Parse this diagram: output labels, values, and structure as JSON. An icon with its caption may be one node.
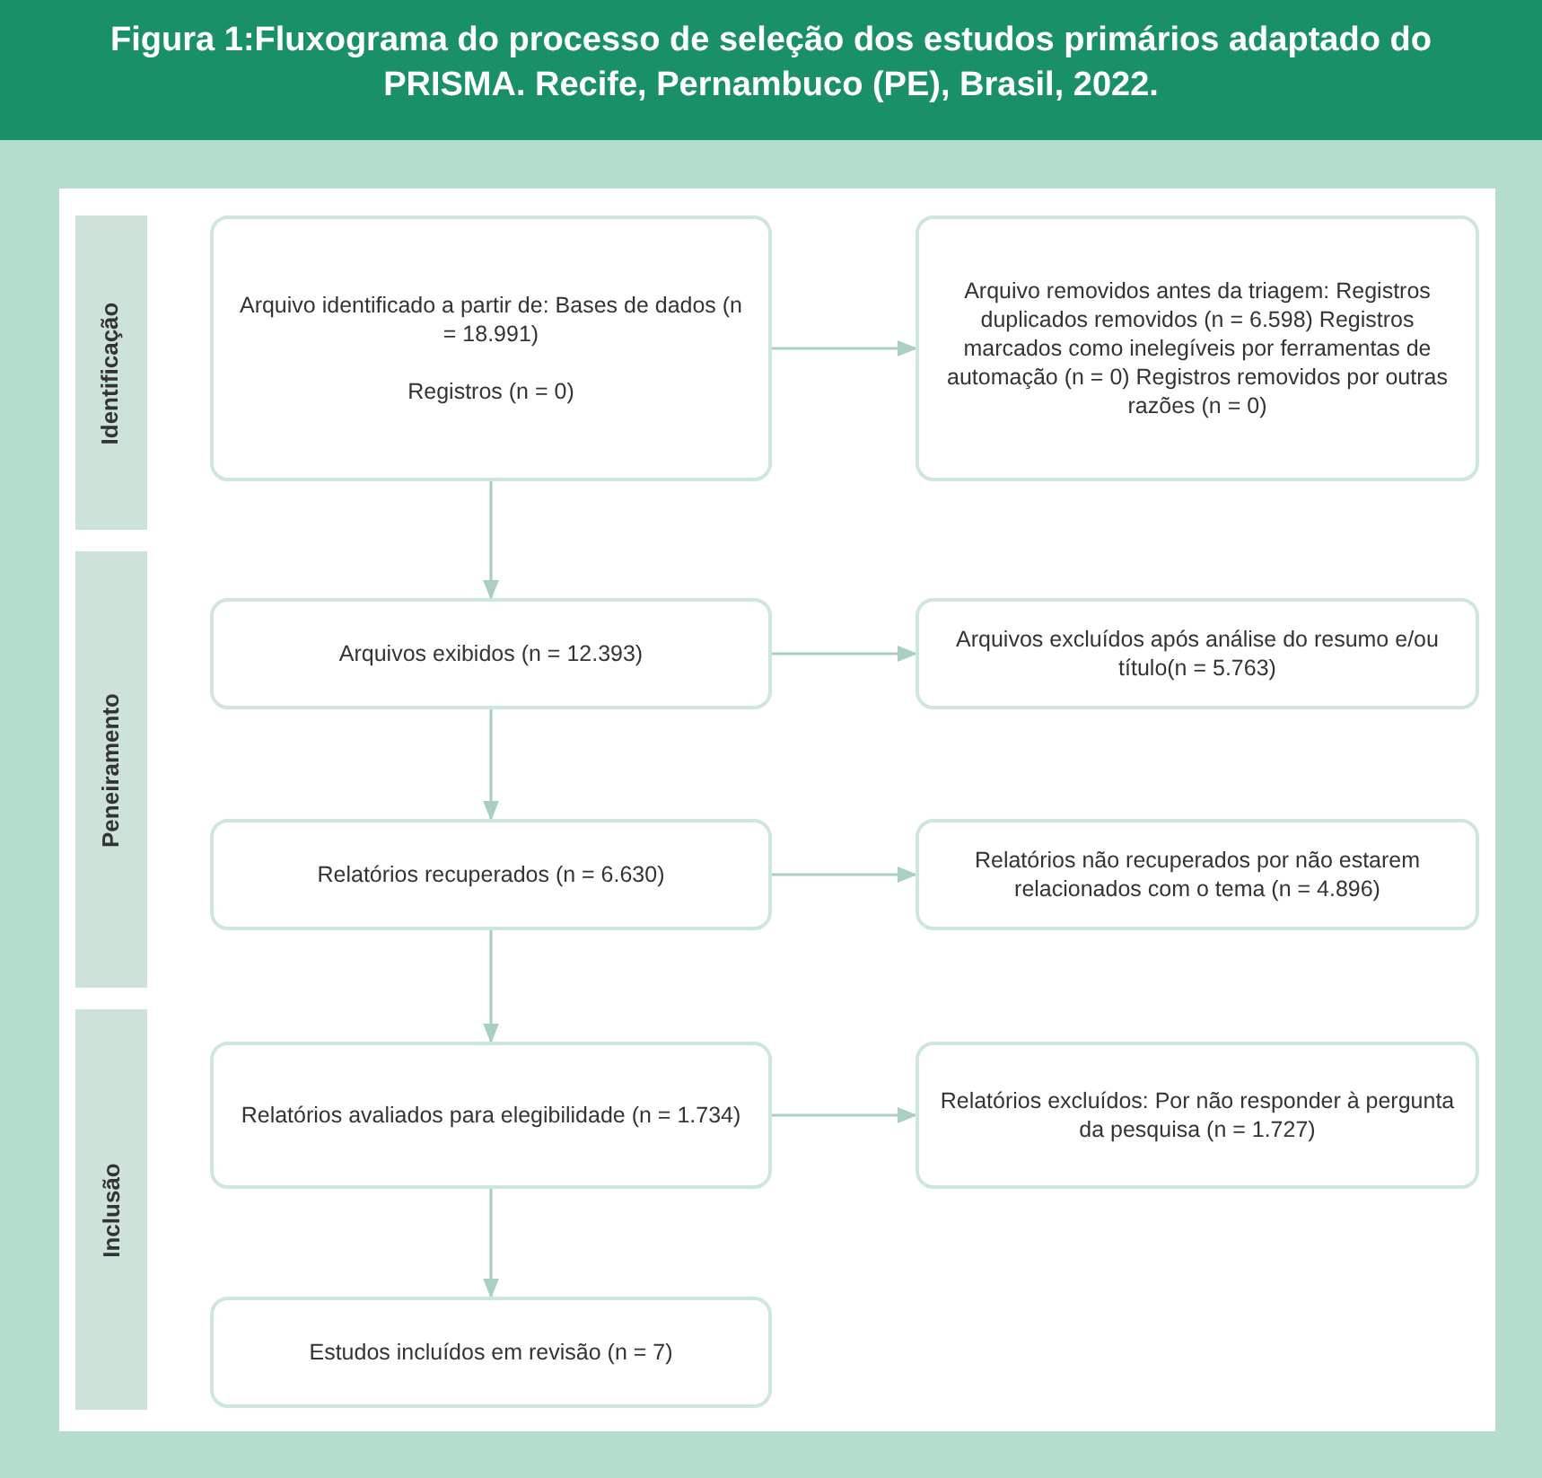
{
  "diagram": {
    "title": "Figura 1:Fluxograma do processo de seleção dos estudos primários adaptado do PRISMA. Recife, Pernambuco (PE), Brasil, 2022.",
    "nodes": [
      {
        "text": [
          "Identificação"
        ]
      },
      {
        "text": [
          "Arquivo identificado a partir de: Bases de dados (n = 18.991)",
          "Registros (n = 0)"
        ]
      },
      {
        "text": [
          "Arquivo removidos antes da triagem: Registros duplicados removidos (n = 6.598) Registros marcados como inelegíveis por ferramentas de automação (n = 0) Registros removidos por outras razões (n = 0)"
        ]
      },
      {
        "text": [
          "Peneiramento"
        ]
      },
      {
        "text": [
          "Arquivos exibidos (n = 12.393)"
        ]
      },
      {
        "text": [
          "Arquivos excluídos após análise do resumo e/ou título(n = 5.763)"
        ]
      },
      {
        "text": [
          "Relatórios recuperados (n = 6.630)"
        ]
      },
      {
        "text": [
          "Relatórios não recuperados por não estarem relacionados com o tema (n = 4.896)"
        ]
      },
      {
        "text": [
          "Inclusão"
        ]
      },
      {
        "text": [
          "Relatórios avaliados para elegibilidade (n = 1.734)"
        ]
      },
      {
        "text": [
          "Relatórios excluídos: Por não responder à pergunta da pesquisa (n = 1.727)"
        ]
      },
      {
        "text": [
          "Estudos incluídos em revisão (n = 7)"
        ]
      }
    ],
    "edges": [
      {
        "from": 1,
        "to": 2,
        "arrow": "to"
      },
      {
        "from": 1,
        "to": 4,
        "arrow": "to"
      },
      {
        "from": 4,
        "to": 5,
        "arrow": "to"
      },
      {
        "from": 4,
        "to": 6,
        "arrow": "to"
      },
      {
        "from": 6,
        "to": 7,
        "arrow": "to"
      },
      {
        "from": 6,
        "to": 9,
        "arrow": "to"
      },
      {
        "from": 9,
        "to": 10,
        "arrow": "to"
      },
      {
        "from": 9,
        "to": 11,
        "arrow": "to"
      }
    ]
  }
}
